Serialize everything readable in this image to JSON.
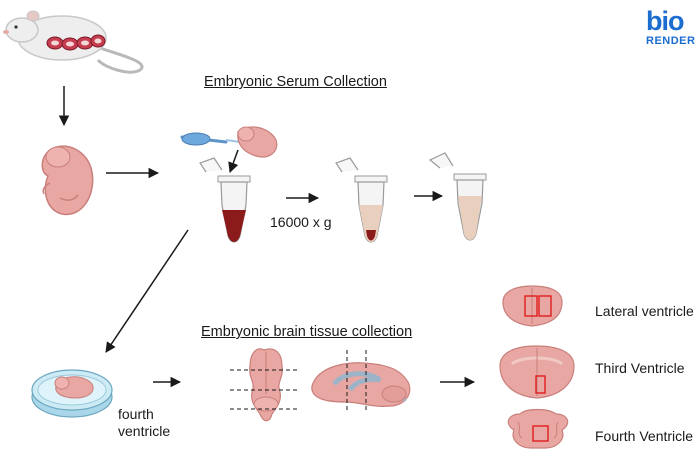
{
  "titles": {
    "serum": "Embryonic Serum Collection",
    "brain": "Embryonic brain tissue collection"
  },
  "centrifuge": "16000 x g",
  "dish_label": {
    "line1": "fourth",
    "line2": "ventricle"
  },
  "ventricles": [
    "Lateral ventricle",
    "Third Ventricle",
    "Fourth Ventricle"
  ],
  "brand": {
    "top": "bio",
    "bottom": "RENDER"
  },
  "colors": {
    "skin": "#e8a7a2",
    "skin_dark": "#c97f7b",
    "blood": "#8b1a1a",
    "serum": "#e9cfbd",
    "tube": "#f4f4f4",
    "box": "#e01e1e",
    "pipette": "#6ea9dd",
    "dish": "#bfe3f0",
    "brand": "#1c6dd0"
  },
  "icons": [
    "mouse-icon",
    "embryo-icon",
    "pipette-icon",
    "tube-icon",
    "petri-dish-icon",
    "brain-icon",
    "brain-slice-icon"
  ]
}
